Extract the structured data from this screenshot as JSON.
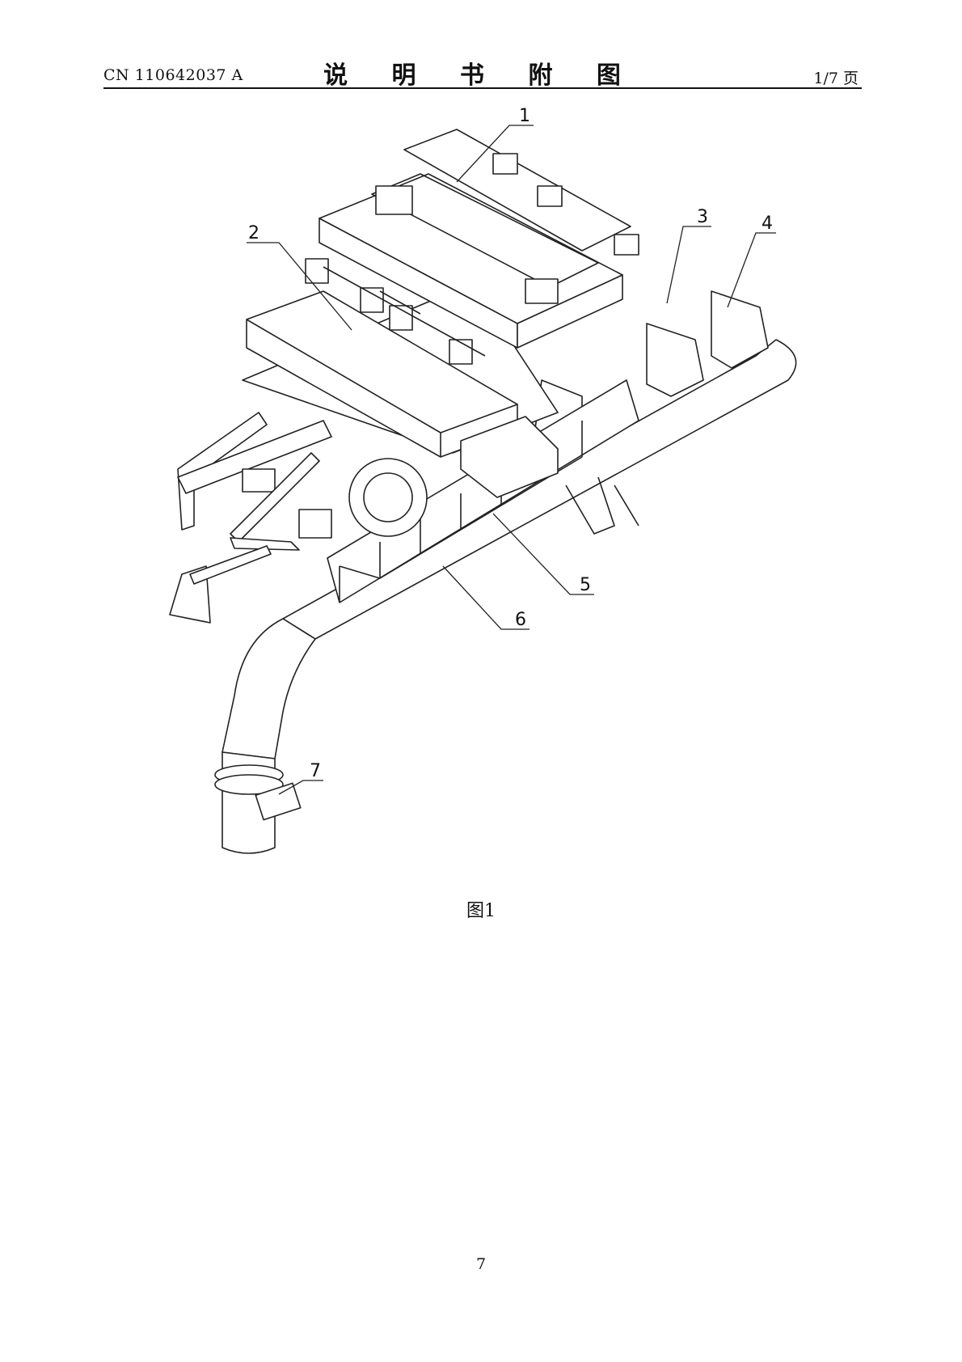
{
  "header": {
    "doc_number": "CN 110642037 A",
    "title": "说 明 书 附 图",
    "page_of": "1/7 页"
  },
  "figure": {
    "labels": [
      "1",
      "2",
      "3",
      "4",
      "5",
      "6",
      "7"
    ],
    "caption": "图1"
  },
  "footer": {
    "page_number": "7"
  }
}
